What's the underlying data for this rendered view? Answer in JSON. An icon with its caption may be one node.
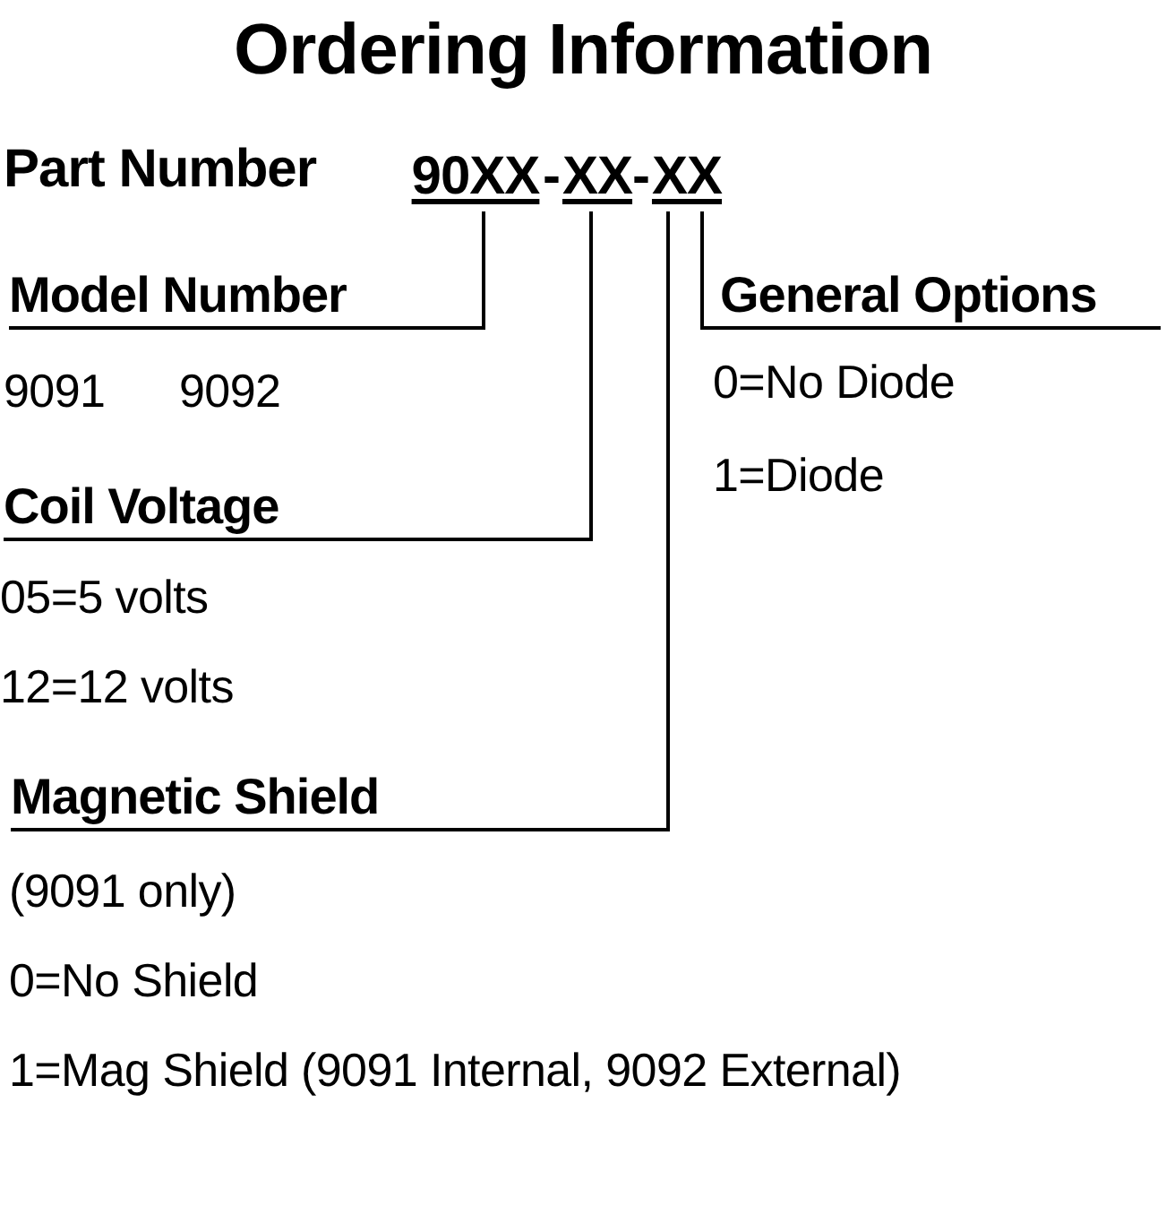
{
  "diagram": {
    "title": "Ordering Information",
    "nodes": [
      {
        "text": [
          "90XX"
        ]
      },
      {
        "text": [
          "XX"
        ]
      },
      {
        "text": [
          "XX"
        ]
      },
      {
        "text": [
          "Model Number"
        ]
      },
      {
        "text": [
          "General Options"
        ]
      },
      {
        "text": [
          "Coil Voltage"
        ]
      },
      {
        "text": [
          "Magnetic Shield"
        ]
      }
    ],
    "edges": [
      {
        "from": 0,
        "to": 3,
        "arrow": "none"
      },
      {
        "from": 1,
        "to": 5,
        "arrow": "none"
      },
      {
        "from": 2,
        "to": 6,
        "arrow": "none"
      },
      {
        "from": 2,
        "to": 4,
        "arrow": "none"
      }
    ],
    "labels": [
      "Part Number",
      "-",
      "-",
      "9091",
      "9092",
      "0=No Diode",
      "1=Diode",
      "05=5 volts",
      "12=12 volts",
      "(9091 only)",
      "0=No Shield",
      "1=Mag Shield (9091 Internal, 9092 External)"
    ]
  }
}
